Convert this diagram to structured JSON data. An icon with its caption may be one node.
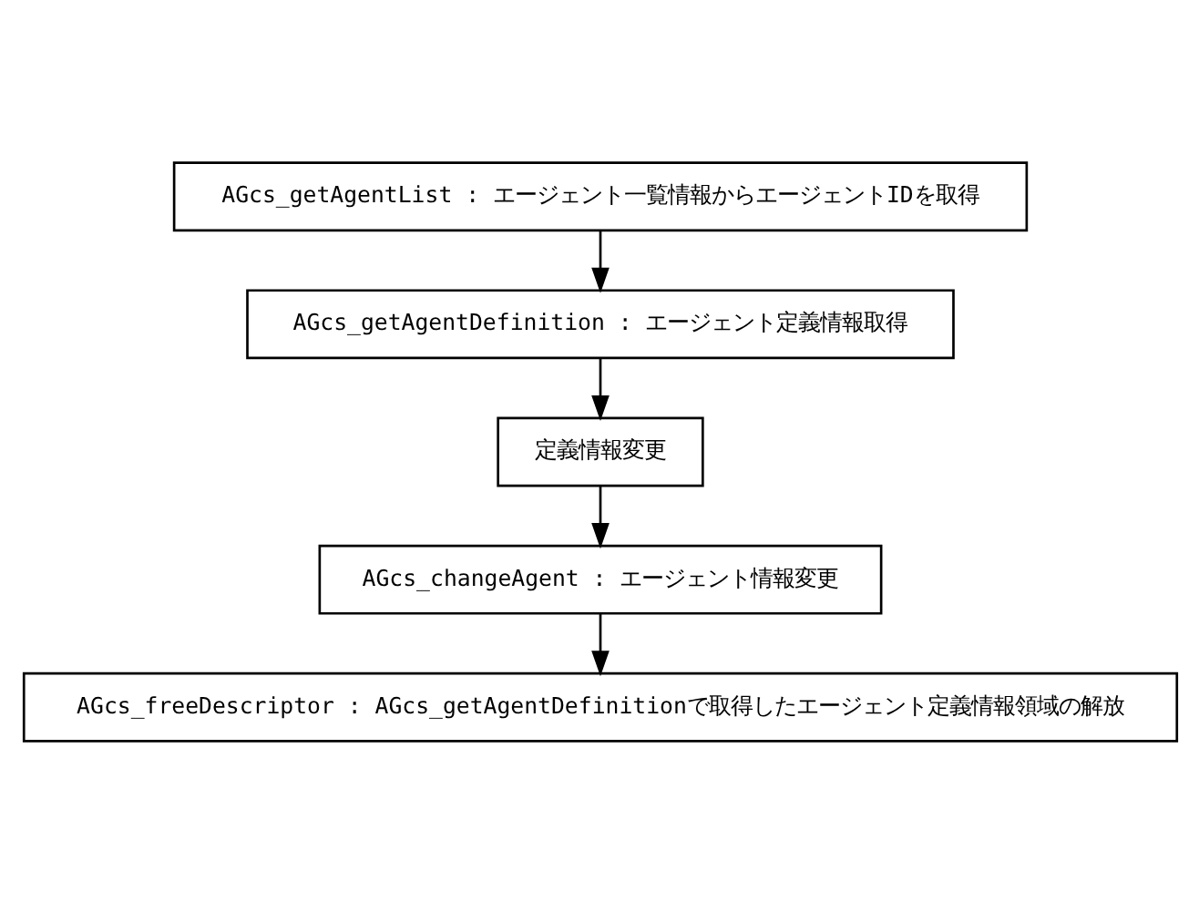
{
  "diagram": {
    "nodes": [
      {
        "text": [
          "AGcs_getAgentList : エージェント一覧情報からエージェントIDを取得"
        ]
      },
      {
        "text": [
          "AGcs_getAgentDefinition : エージェント定義情報取得"
        ]
      },
      {
        "text": [
          "定義情報変更"
        ]
      },
      {
        "text": [
          "AGcs_changeAgent : エージェント情報変更"
        ]
      },
      {
        "text": [
          "AGcs_freeDescriptor : AGcs_getAgentDefinitionで取得したエージェント定義情報領域の解放"
        ]
      }
    ],
    "edges": [
      {
        "from": 0,
        "to": 1,
        "arrow": "to"
      },
      {
        "from": 1,
        "to": 2,
        "arrow": "to"
      },
      {
        "from": 2,
        "to": 3,
        "arrow": "to"
      },
      {
        "from": 3,
        "to": 4,
        "arrow": "to"
      }
    ]
  }
}
